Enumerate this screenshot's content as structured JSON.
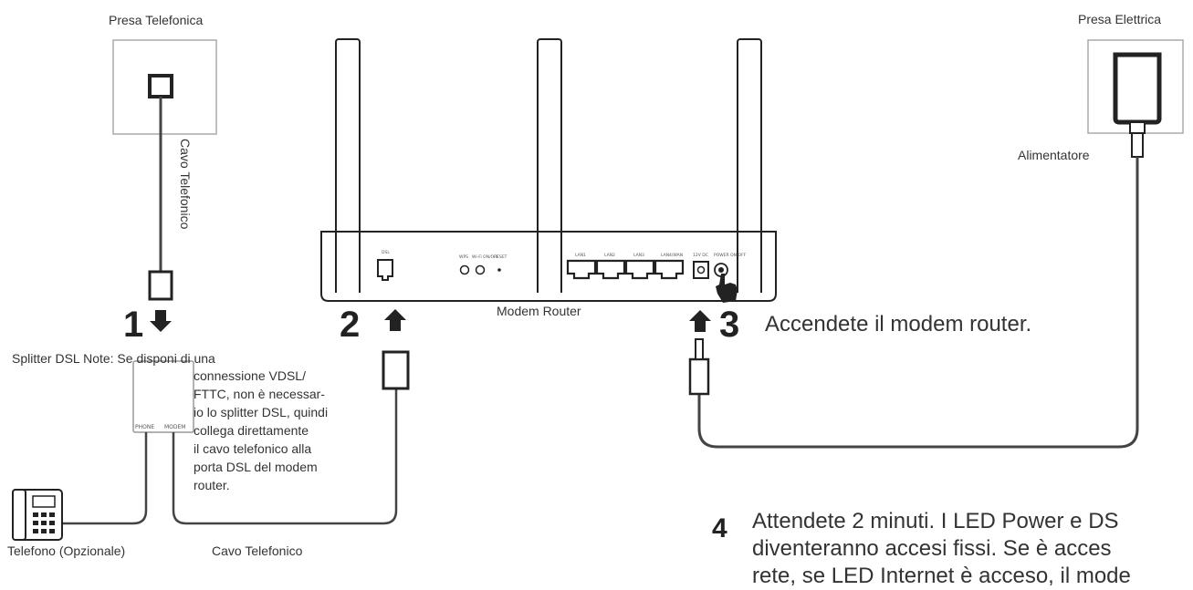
{
  "labels": {
    "phone_socket": "Presa Telefonica",
    "power_socket": "Presa Elettrica",
    "cable_vertical": "Cavo Telefonico",
    "cable_bottom": "Cavo Telefonico",
    "power_adapter": "Alimentatore",
    "modem_router": "Modem Router",
    "splitter": "Splitter DSL",
    "telephone": "Telefono (Opzionale)",
    "splitter_port_phone": "PHONE",
    "splitter_port_modem": "MODEM"
  },
  "router_ports": {
    "dsl": "DSL",
    "wps": "WPS",
    "wifi_onoff": "Wi-Fi ON/OFF",
    "reset": "RESET",
    "lan1": "LAN1",
    "lan2": "LAN2",
    "lan3": "LAN3",
    "lan4": "LAN4/WAN",
    "power": "12V DC",
    "power_onoff": "POWER ON/OFF"
  },
  "steps": {
    "s1": "1",
    "s2": "2",
    "s3": "3",
    "s3_text": "Accendete il modem router.",
    "s4": "4",
    "s4_line1": "Attendete 2 minuti. I LED Power e  DS",
    "s4_line2": "diventeranno accesi fissi. Se è acces",
    "s4_line3": "rete, se LED Internet è acceso, il mode"
  },
  "note": {
    "first_line": "Note: Se disponi di una",
    "lines": [
      "connessione VDSL/",
      "FTTC, non è necessar-",
      "io lo splitter DSL, quindi",
      "collega direttamente",
      "il cavo telefonico alla",
      "porta DSL del modem",
      "router."
    ]
  },
  "icons": {
    "arrows": [
      "arrow-down-icon",
      "arrow-up-icon",
      "arrow-up-icon"
    ],
    "hand": "pointing-hand-icon"
  }
}
